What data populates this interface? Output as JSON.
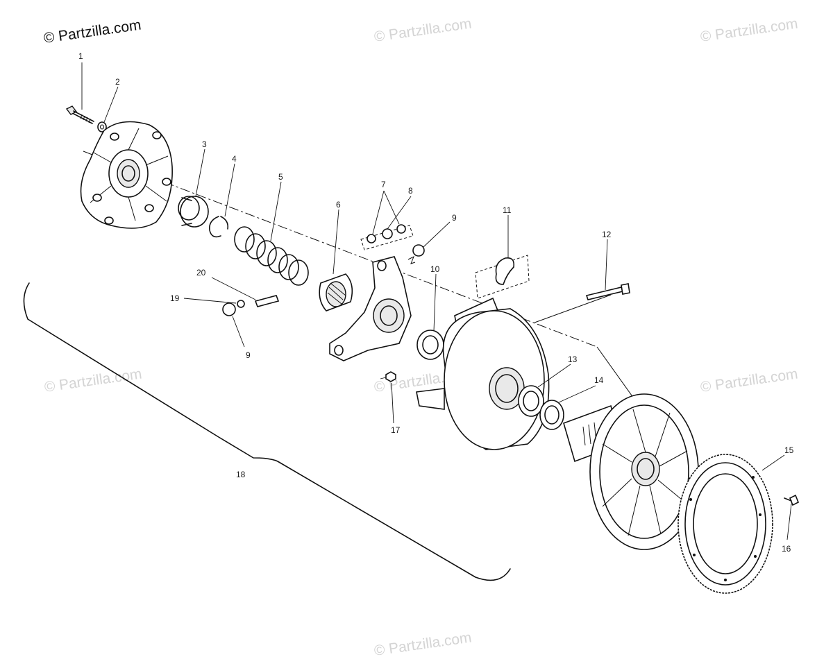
{
  "copyright": "© Partzilla.com",
  "watermarks": [
    "© Partzilla.com",
    "© Partzilla.com",
    "© Partzilla.com",
    "© Partzilla.com",
    "© Partzilla.com",
    "© Partzilla.com"
  ],
  "callouts": [
    "1",
    "2",
    "3",
    "4",
    "5",
    "6",
    "7",
    "8",
    "9",
    "9",
    "10",
    "11",
    "12",
    "13",
    "14",
    "15",
    "16",
    "17",
    "18",
    "19",
    "20"
  ],
  "colors": {
    "ink": "#111111",
    "watermark": "#d4d4d4",
    "background": "#ffffff"
  }
}
